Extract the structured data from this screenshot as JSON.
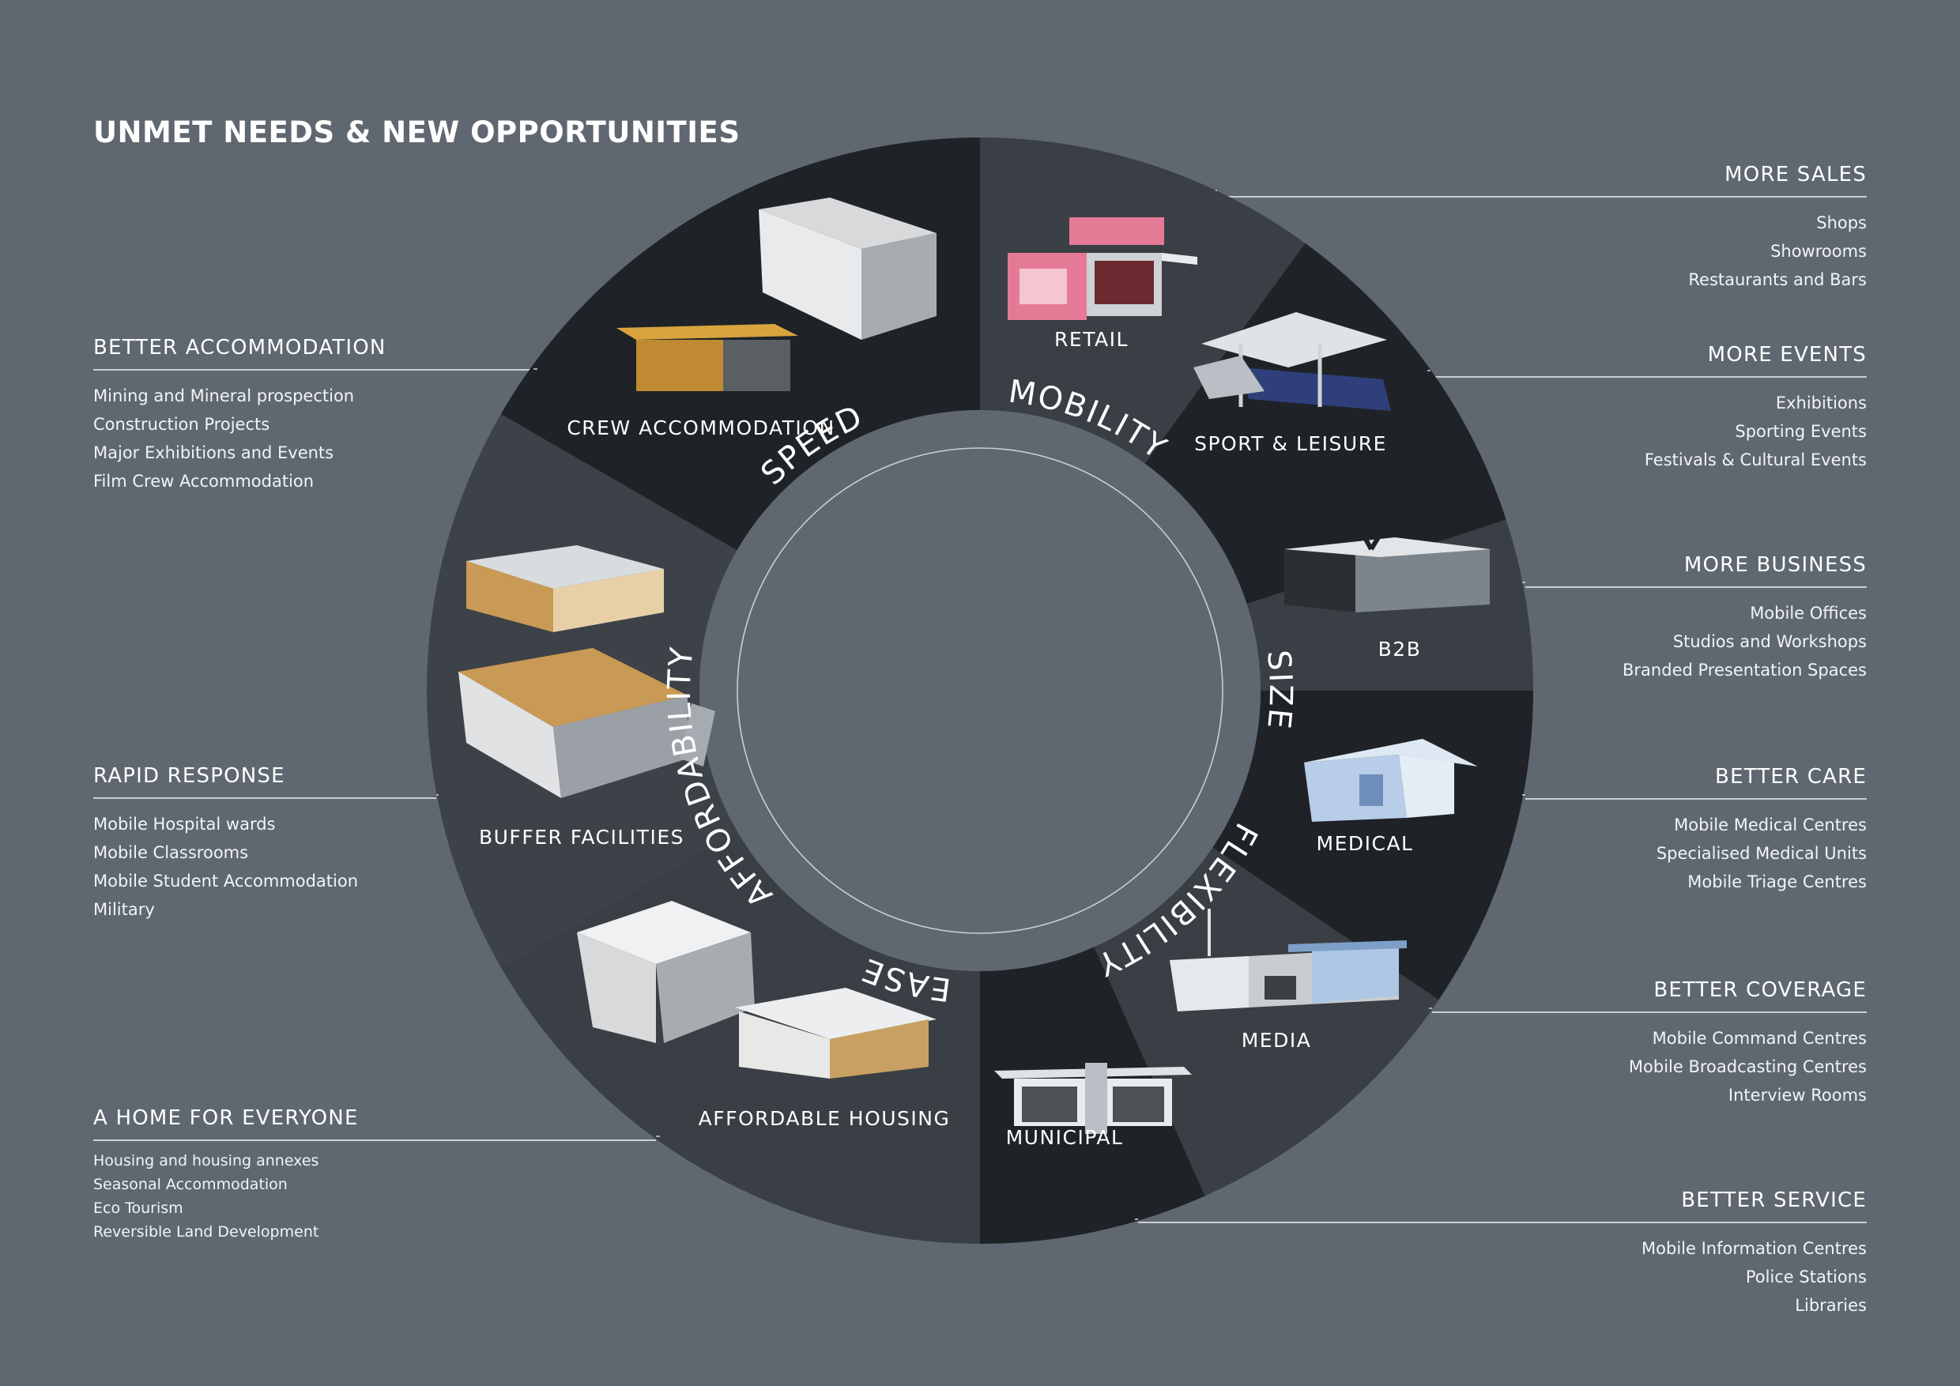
{
  "title": "UNMET NEEDS & NEW OPPORTUNITIES",
  "colors": {
    "background": "#5f6870",
    "dark": "#1f2327",
    "mid": "#3a3f45",
    "inner": "#5f6870"
  },
  "left_groups": [
    {
      "heading": "BETTER ACCOMMODATION",
      "items": [
        "Mining and Mineral prospection",
        "Construction Projects",
        "Major Exhibitions and Events",
        "Film Crew Accommodation"
      ]
    },
    {
      "heading": "RAPID RESPONSE",
      "items": [
        "Mobile Hospital wards",
        "Mobile Classrooms",
        "Mobile Student Accommodation",
        "Military"
      ]
    },
    {
      "heading": "A HOME FOR EVERYONE",
      "items": [
        "Housing and housing annexes",
        "Seasonal Accommodation",
        "Eco Tourism",
        "Reversible Land Development"
      ]
    }
  ],
  "right_groups": [
    {
      "heading": "MORE SALES",
      "items": [
        "Shops",
        "Showrooms",
        "Restaurants and Bars"
      ]
    },
    {
      "heading": "MORE EVENTS",
      "items": [
        "Exhibitions",
        "Sporting Events",
        "Festivals & Cultural Events"
      ]
    },
    {
      "heading": "MORE BUSINESS",
      "items": [
        "Mobile Offices",
        "Studios and Workshops",
        "Branded Presentation Spaces"
      ]
    },
    {
      "heading": "BETTER CARE",
      "items": [
        "Mobile Medical Centres",
        "Specialised Medical Units",
        "Mobile Triage Centres"
      ]
    },
    {
      "heading": "BETTER COVERAGE",
      "items": [
        "Mobile Command Centres",
        "Mobile Broadcasting Centres",
        "Interview Rooms"
      ]
    },
    {
      "heading": "BETTER SERVICE",
      "items": [
        "Mobile Information Centres",
        "Police Stations",
        "Libraries"
      ]
    }
  ],
  "segments": [
    "RETAIL",
    "SPORT & LEISURE",
    "B2B",
    "MEDICAL",
    "MEDIA",
    "MUNICIPAL",
    "AFFORDABLE HOUSING",
    "BUFFER FACILITIES",
    "CREW ACCOMMODATION"
  ],
  "inner_words": [
    "SPEED",
    "MOBILITY",
    "SIZE",
    "FLEXIBILITY",
    "EASE",
    "AFFORDABILITY"
  ]
}
